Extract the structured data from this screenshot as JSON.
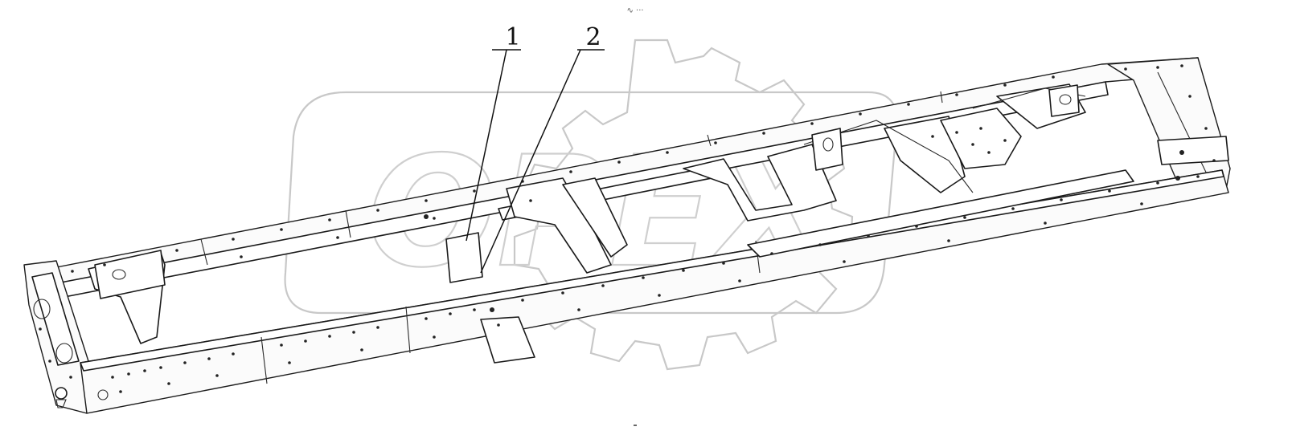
{
  "callouts": [
    {
      "label": "1"
    },
    {
      "label": "2"
    }
  ],
  "watermark_text": "OPEX",
  "header_mark": "∿ ···",
  "colors": {
    "line": "#1a1a1a",
    "watermark": "#c8c8c8",
    "background": "#ffffff"
  }
}
